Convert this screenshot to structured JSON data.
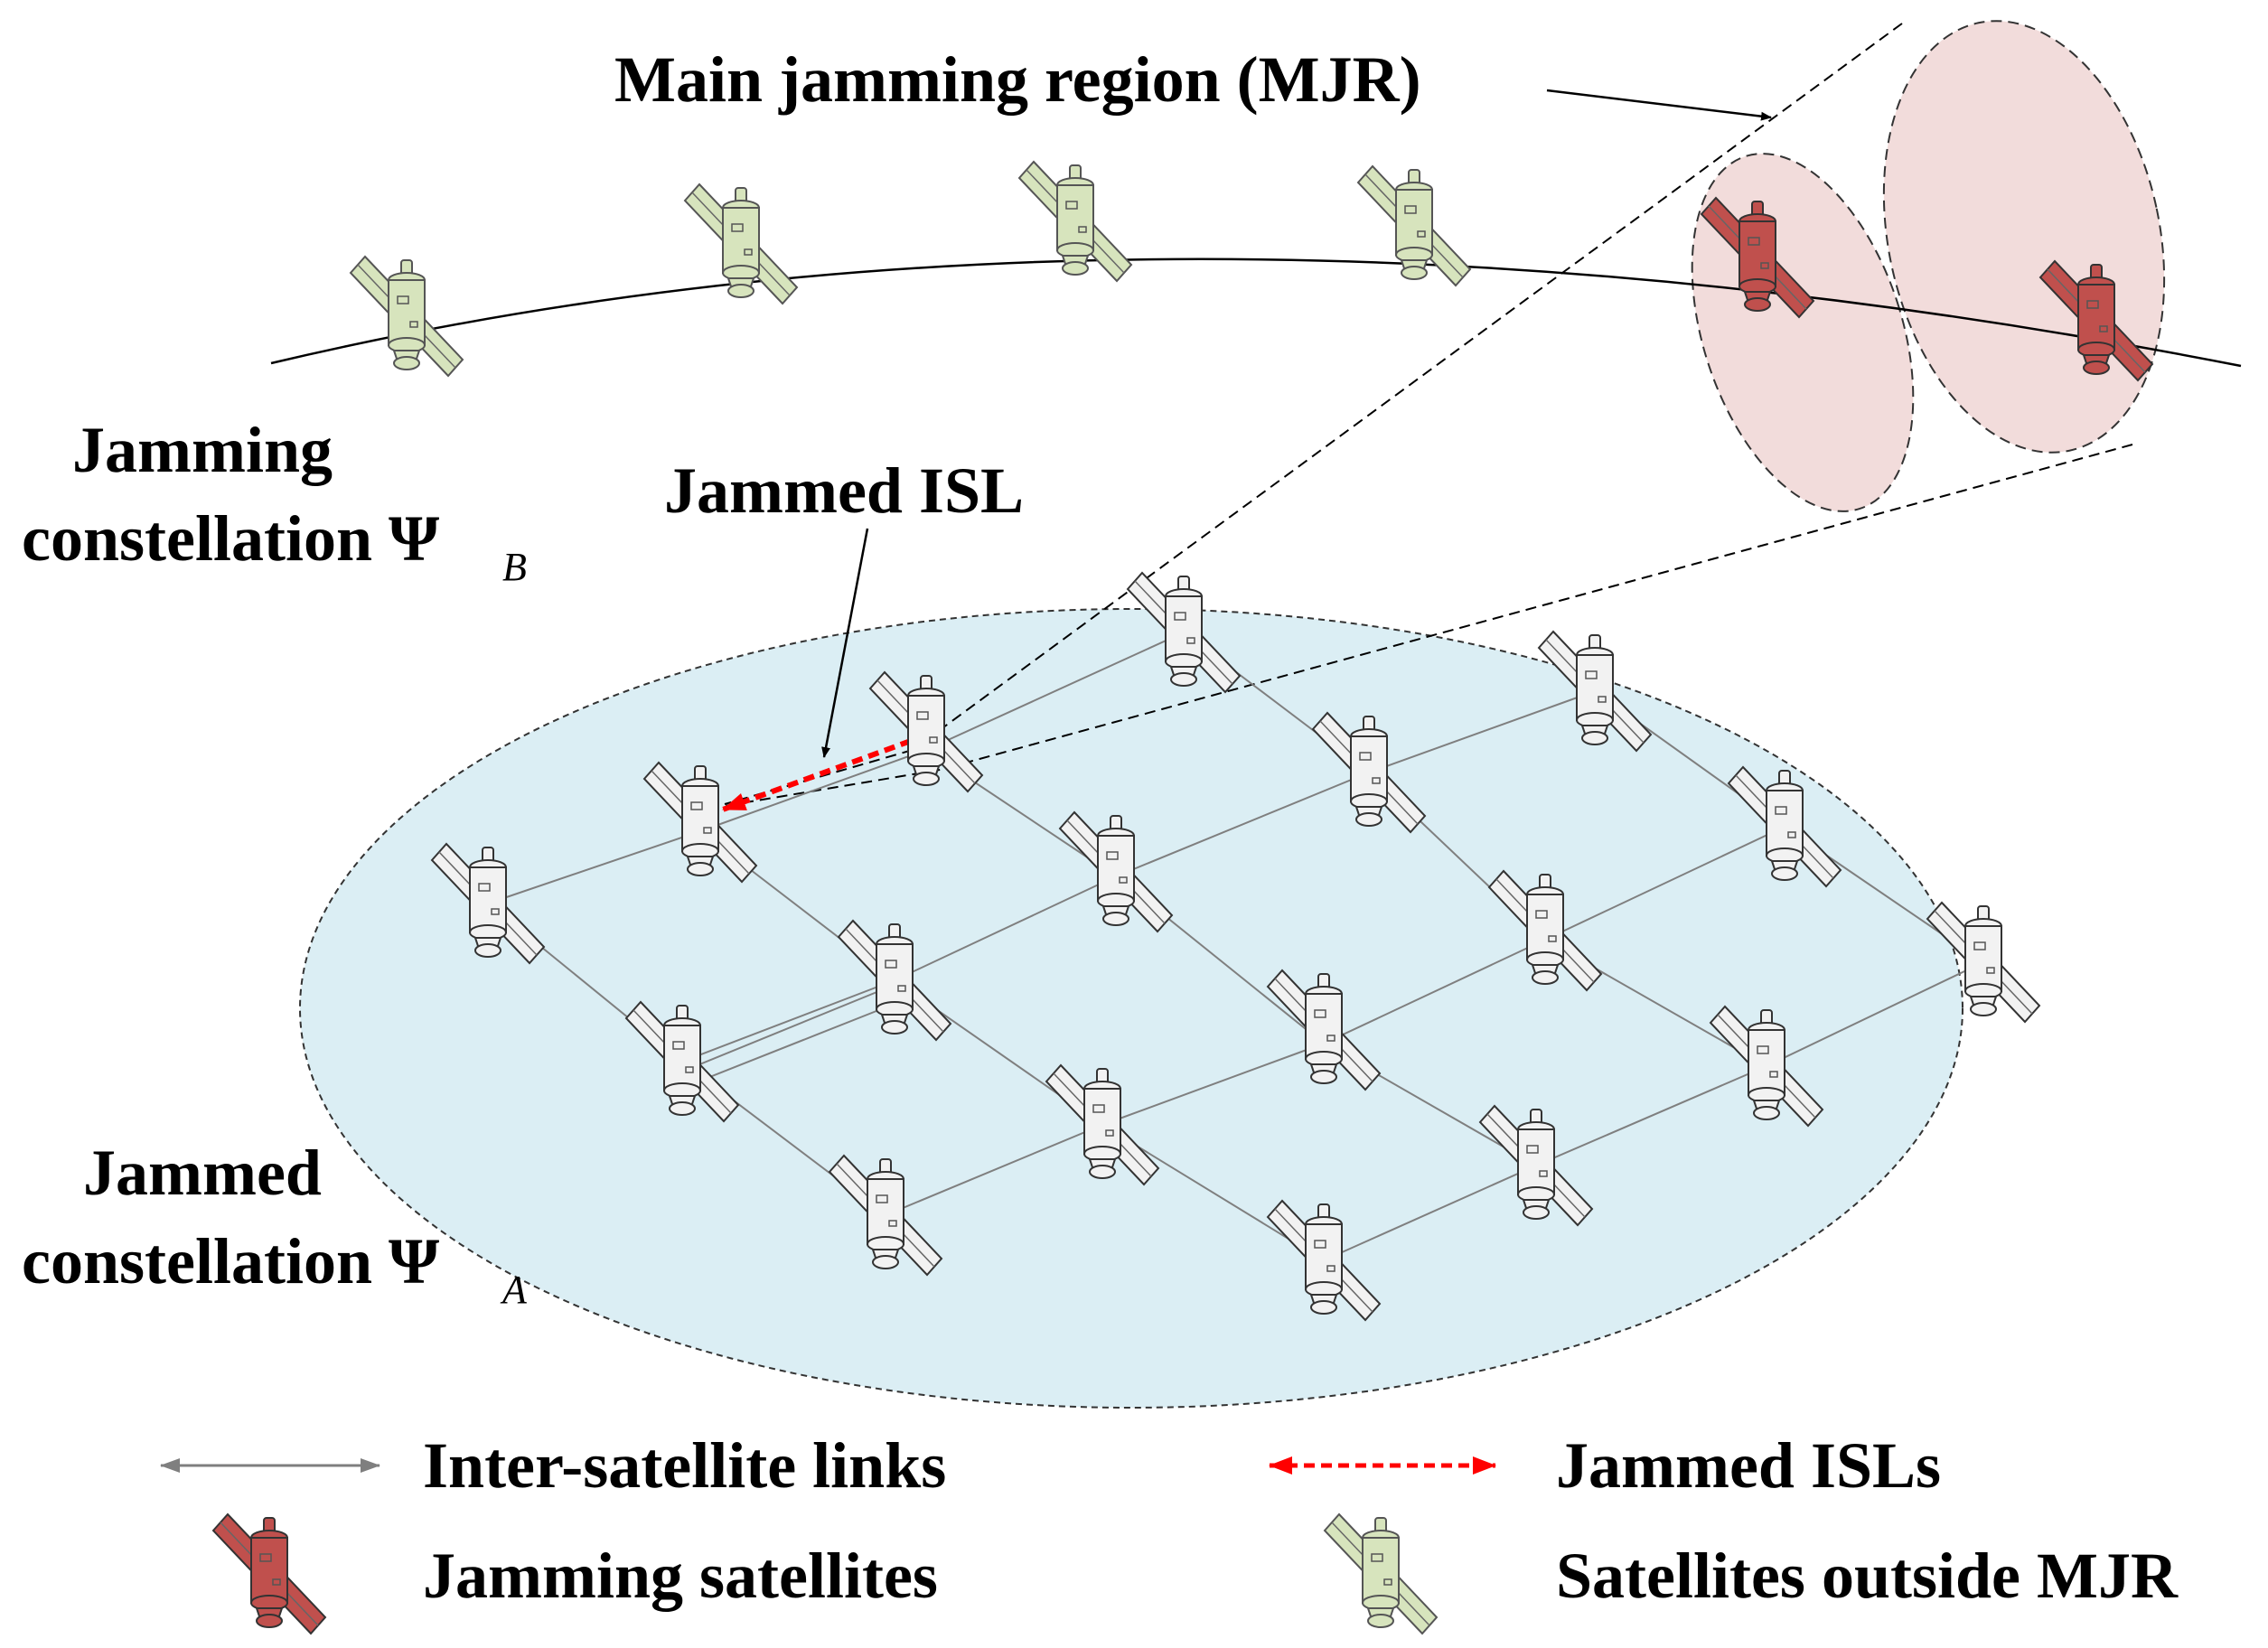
{
  "labels": {
    "mjr": "Main jamming region (MJR)",
    "jamming_constellation_line1": "Jamming",
    "jamming_constellation_line2": "constellation Ψ",
    "jamming_constellation_sub": "B",
    "jammed_isl": "Jammed ISL",
    "jammed_constellation_line1": "Jammed",
    "jammed_constellation_line2": "constellation Ψ",
    "jammed_constellation_sub": "A"
  },
  "legend": {
    "isl": "Inter-satellite links",
    "jammed_isls": "Jammed ISLs",
    "jamming_sats": "Jamming satellites",
    "outside_mjr": "Satellites outside MJR"
  },
  "colors": {
    "region_fill": "#dbeef4",
    "mjr_fill": "#f2dcdb",
    "jamming_sat": "#c0504d",
    "outside_sat": "#d7e4bd",
    "jammed_sat": "#f2f2f2",
    "isl_line": "#7f7f7f",
    "jammed_link": "#ff0000"
  },
  "icons": {
    "satellite": "satellite-icon"
  }
}
